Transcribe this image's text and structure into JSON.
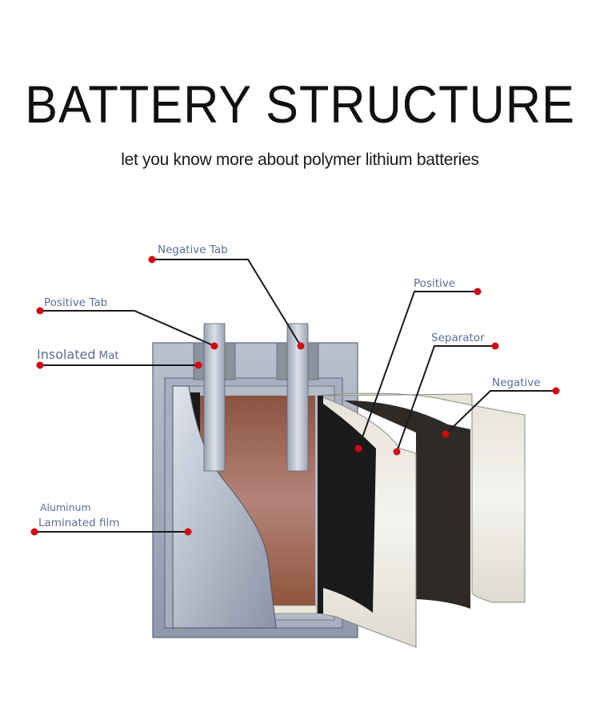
{
  "header": {
    "title": "BATTERY STRUCTURE",
    "subtitle": "let you know more about polymer lithium batteries"
  },
  "diagram": {
    "subject": "polymer lithium battery cutaway",
    "labels": {
      "negative_tab": "Negative Tab",
      "positive_tab": "Positive Tab",
      "insolated_mat_main": "Insolated",
      "insolated_mat_suffix": "Mat",
      "aluminum_line1": "Aluminum",
      "aluminum_line2": "Laminated film",
      "positive": "Positive",
      "separator": "Separator",
      "negative": "Negative"
    },
    "colors": {
      "label_text": "#5a6e9a",
      "marker_dot": "#d10a12",
      "leader_line": "#1a1a1a",
      "casing": "#a9b2c2",
      "electrode_core": "#9a6350",
      "positive_sheet": "#1a1a1a",
      "separator_sheet": "#ecebe3",
      "negative_sheet": "#2e2a28"
    }
  }
}
